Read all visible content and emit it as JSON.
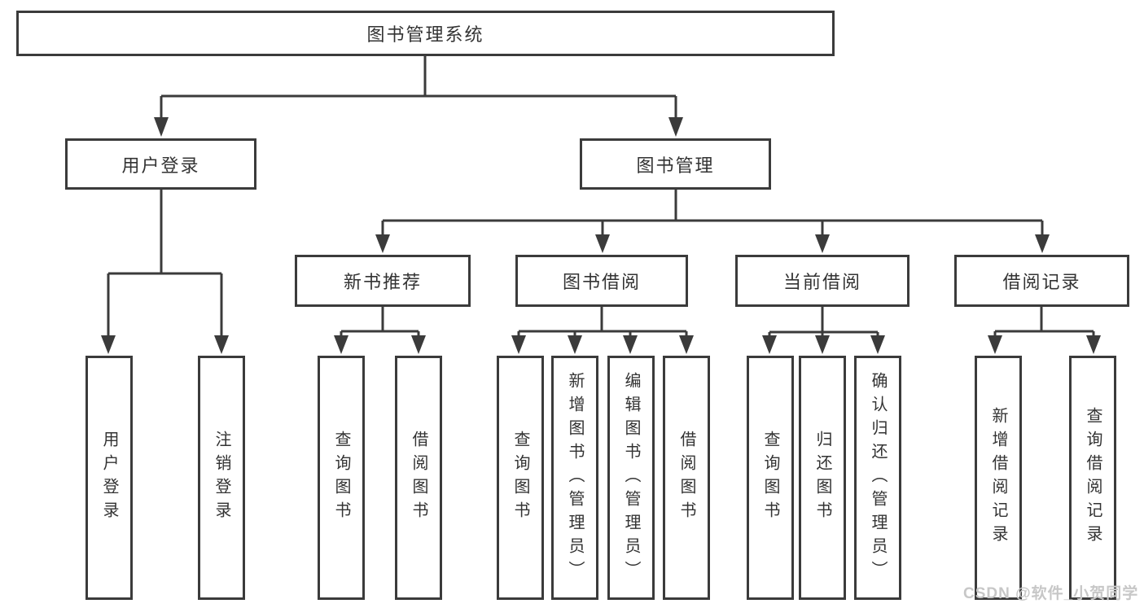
{
  "diagram": {
    "root": {
      "label": "图书管理系统"
    },
    "level2": {
      "user_login": {
        "label": "用户登录"
      },
      "book_management": {
        "label": "图书管理"
      }
    },
    "level3": {
      "new_book_recommend": {
        "label": "新书推荐"
      },
      "book_borrow": {
        "label": "图书借阅"
      },
      "current_borrow": {
        "label": "当前借阅"
      },
      "borrow_records": {
        "label": "借阅记录"
      }
    },
    "leaves": {
      "user_login": [
        "用户登录",
        "注销登录"
      ],
      "new_book_recommend": [
        "查询图书",
        "借阅图书"
      ],
      "book_borrow": [
        "查询图书",
        "新增图书（管理员）",
        "编辑图书（管理员）",
        "借阅图书"
      ],
      "current_borrow": [
        "查询图书",
        "归还图书",
        "确认归还（管理员）"
      ],
      "borrow_records": [
        "新增借阅记录",
        "查询借阅记录"
      ]
    },
    "colors": {
      "line": "#3b3b3b",
      "text": "#333333",
      "watermark": "#c7c7c7",
      "background": "#ffffff"
    },
    "watermark": "CSDN @软件_小贺同学"
  }
}
